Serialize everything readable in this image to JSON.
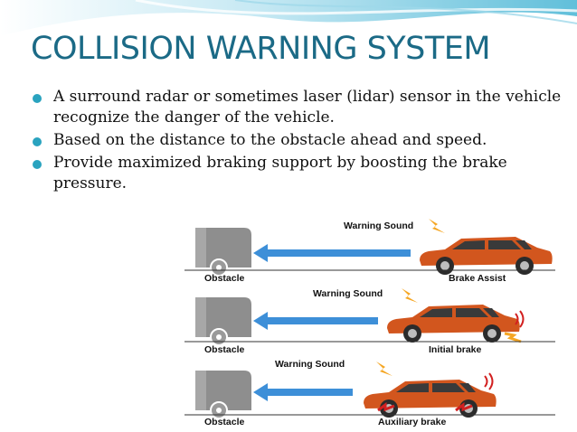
{
  "slide": {
    "title": "COLLISION WARNING SYSTEM",
    "bullets": [
      "A surround radar or sometimes laser (lidar) sensor in the vehicle recognize the danger of the vehicle.",
      "Based on the distance to the obstacle ahead and speed.",
      "Provide maximized braking support by boosting the brake pressure."
    ]
  },
  "figure": {
    "panels": [
      {
        "warning": "Warning Sound",
        "obstacle": "Obstacle",
        "stage": "Brake Assist"
      },
      {
        "warning": "Warning Sound",
        "obstacle": "Obstacle",
        "stage": "Initial brake"
      },
      {
        "warning": "Warning Sound",
        "obstacle": "Obstacle",
        "stage": "Auxiliary brake"
      }
    ]
  },
  "colors": {
    "title": "#1b6a86",
    "bullet": "#2aa3bf",
    "arrow": "#3d8fd8",
    "car": "#d2561e",
    "obstacle": "#8e8e8e",
    "lightning": "#f5a623"
  }
}
